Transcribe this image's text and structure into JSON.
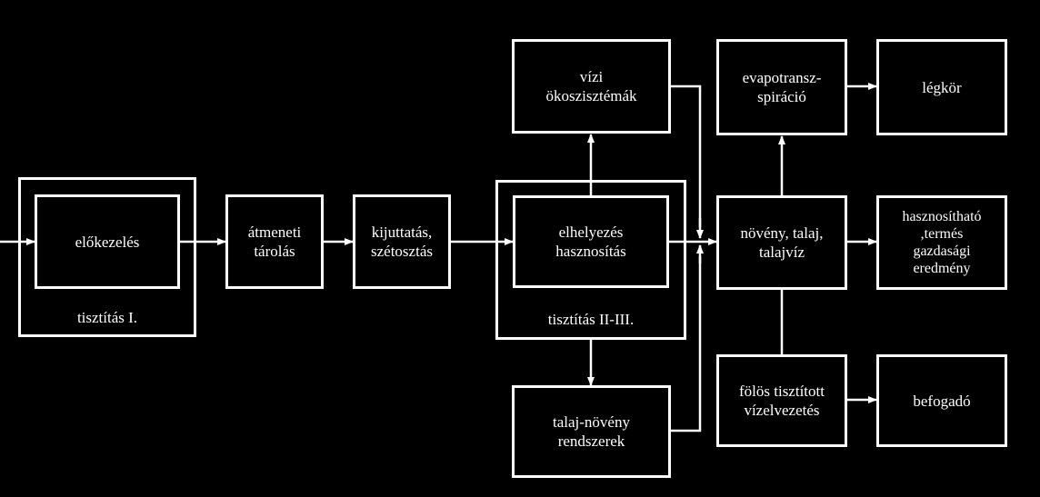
{
  "diagram": {
    "frames": {
      "stage1": "tisztítás I.",
      "stage2": "tisztítás II-III."
    },
    "boxes": {
      "pretreatment": "előkezelés",
      "temp_storage": "átmeneti\ntárolás",
      "distribution": "kijuttatás,\nszétosztás",
      "placement": "elhelyezés\nhasznosítás",
      "aquatic": "vízi\nökoszisztémák",
      "soil_plant_systems": "talaj-növény\nrendszerek",
      "evapotranspiration": "evapotransz-\nspiráció",
      "atmosphere": "légkör",
      "plant_soil_groundwater": "növény, talaj,\ntalajvíz",
      "yield": "hasznosítható\n,termés\ngazdasági\neredmény",
      "excess_drainage": "fölös tisztított\nvízelvezetés",
      "receiver": "befogadó"
    }
  }
}
